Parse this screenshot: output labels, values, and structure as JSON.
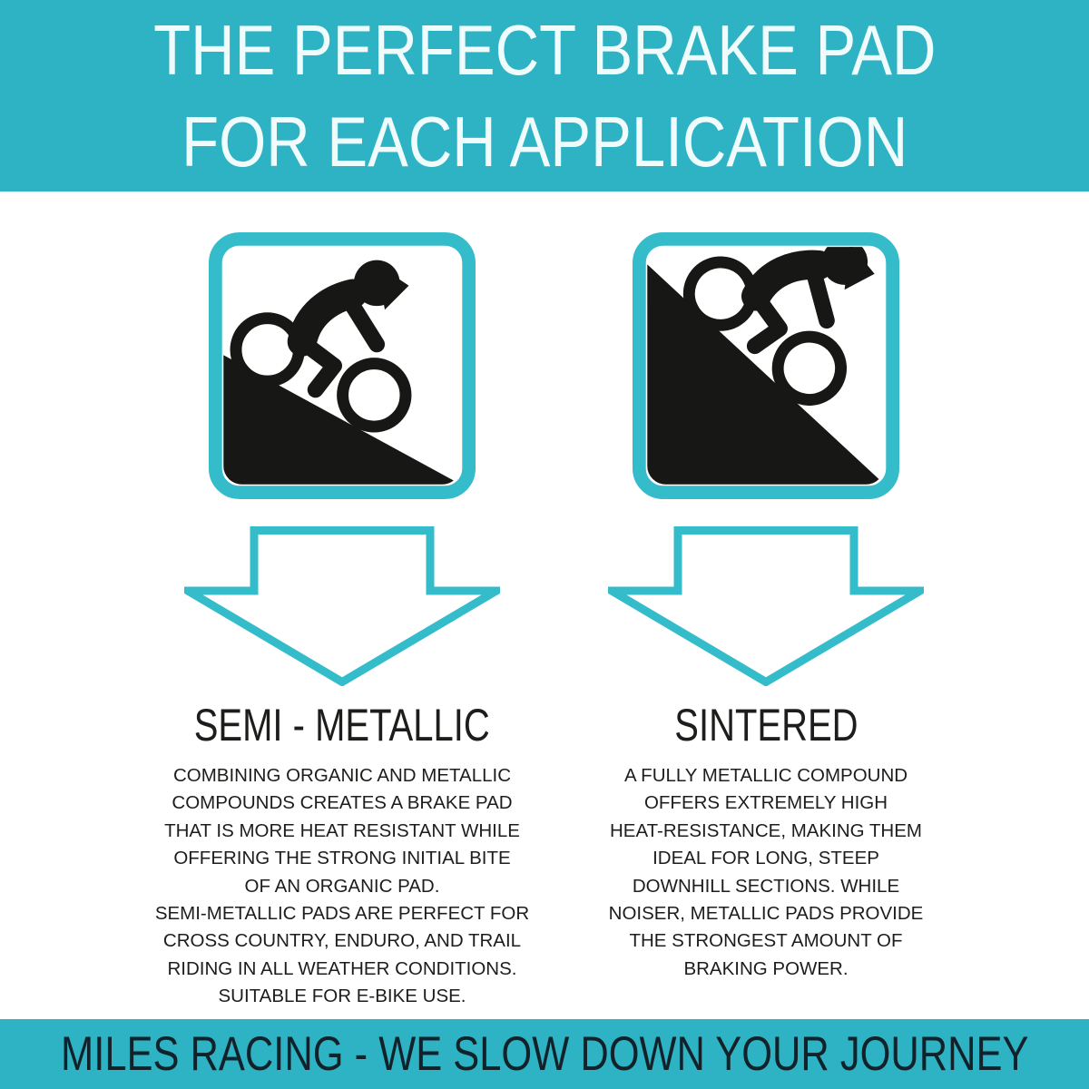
{
  "title_banner": {
    "line1": "THE PERFECT BRAKE PAD",
    "line2": "FOR EACH APPLICATION"
  },
  "columns": [
    {
      "id": "semi-metallic",
      "icon": "cross-country-rider-icon",
      "arrow": "down-arrow-icon",
      "title": "SEMI - METALLIC",
      "body": "COMBINING ORGANIC AND METALLIC\nCOMPOUNDS CREATES A BRAKE PAD\nTHAT IS MORE HEAT RESISTANT WHILE\nOFFERING THE STRONG INITIAL BITE\nOF AN ORGANIC PAD.\nSEMI-METALLIC PADS ARE PERFECT FOR\nCROSS COUNTRY, ENDURO, AND TRAIL\nRIDING IN ALL WEATHER CONDITIONS.\nSUITABLE FOR E-BIKE USE."
    },
    {
      "id": "sintered",
      "icon": "downhill-rider-icon",
      "arrow": "down-arrow-icon",
      "title": "SINTERED",
      "body": "A FULLY METALLIC COMPOUND\nOFFERS EXTREMELY HIGH\nHEAT-RESISTANCE, MAKING THEM\nIDEAL FOR LONG, STEEP\nDOWNHILL SECTIONS. WHILE\nNOISER, METALLIC PADS PROVIDE\nTHE STRONGEST AMOUNT OF\nBRAKING POWER."
    }
  ],
  "footer_banner": {
    "tagline": "MILES RACING - WE SLOW DOWN YOUR JOURNEY"
  },
  "theme": {
    "banner_teal": "#2eb3c4",
    "accent_teal": "#35bccb",
    "ink": "#1d1d1b",
    "icon_black": "#171715",
    "footer_ink": "#12222a",
    "header_text": "#f0fbfc",
    "background": "#ffffff"
  }
}
